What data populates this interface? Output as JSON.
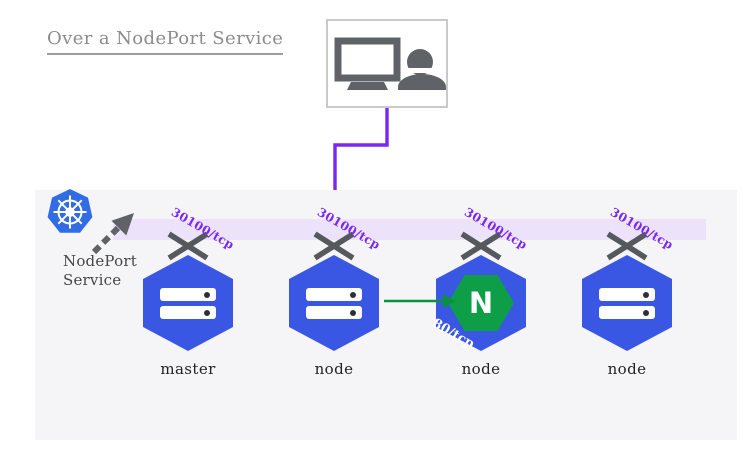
{
  "title": {
    "text": "Over a NodePort Service"
  },
  "client": {
    "icons": [
      "monitor-icon",
      "user-icon"
    ]
  },
  "service": {
    "label_line1": "NodePort",
    "label_line2": "Service"
  },
  "nodes": [
    {
      "name": "master",
      "node_port": "30100/tcp",
      "workload": "servers"
    },
    {
      "name": "node",
      "node_port": "30100/tcp",
      "workload": "servers"
    },
    {
      "name": "node",
      "node_port": "30100/tcp",
      "workload": "nginx",
      "pod_port": "80/tcp",
      "nginx_letter": "N"
    },
    {
      "name": "node",
      "node_port": "30100/tcp",
      "workload": "servers"
    }
  ],
  "icons": {
    "kubernetes": "kubernetes-logo",
    "client_monitor": "monitor-icon",
    "client_user": "user-icon",
    "port_marker": "x-mark-icon",
    "servers": "server-stack-icon",
    "nginx": "nginx-logo"
  },
  "colors": {
    "hexagon_blue": "#3a57e4",
    "kubernetes_blue": "#326ce5",
    "nodeport_band": "#ece3fb",
    "purple": "#7a28f0",
    "green": "#08913f",
    "nginx_green": "#0d9e47",
    "panel_gray": "#f5f4f6",
    "icon_gray": "#5f6368",
    "title_gray": "#8b8b8b"
  }
}
